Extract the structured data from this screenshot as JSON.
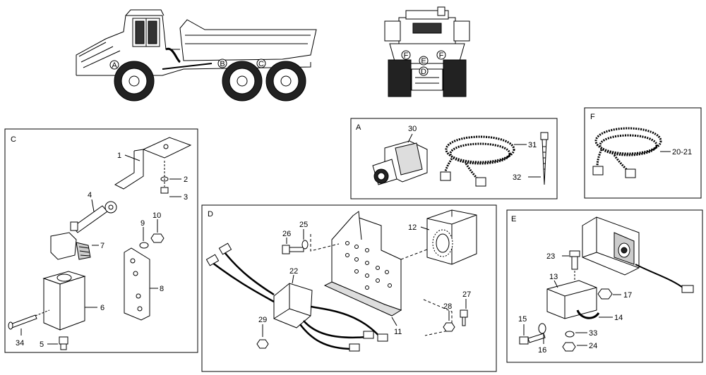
{
  "views": {
    "side_markers": [
      "A",
      "B",
      "C"
    ],
    "rear_markers": [
      "F",
      "E",
      "F",
      "D"
    ]
  },
  "sections": {
    "C": {
      "label": "C",
      "parts": [
        "1",
        "2",
        "3",
        "4",
        "5",
        "6",
        "7",
        "8",
        "9",
        "10",
        "34"
      ]
    },
    "A": {
      "label": "A",
      "parts": [
        "30",
        "31",
        "32"
      ]
    },
    "F": {
      "label": "F",
      "parts": [
        "20-21"
      ]
    },
    "D": {
      "label": "D",
      "parts": [
        "11",
        "12",
        "22",
        "25",
        "26",
        "27",
        "28",
        "29"
      ]
    },
    "E": {
      "label": "E",
      "parts": [
        "13",
        "14",
        "15",
        "16",
        "17",
        "23",
        "24",
        "33"
      ]
    }
  },
  "colors": {
    "line": "#000000",
    "fill": "#ffffff",
    "shade": "#d8d8d8",
    "dark": "#444444"
  }
}
